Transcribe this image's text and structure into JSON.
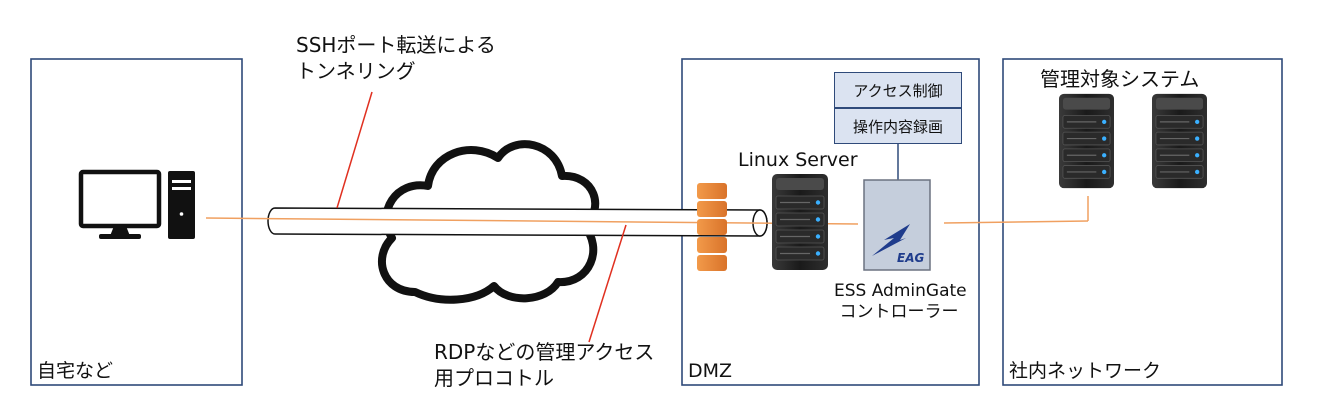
{
  "zones": {
    "home": "自宅など",
    "dmz": "DMZ",
    "internal": "社内ネットワーク"
  },
  "labels": {
    "tunnel_line1": "SSHポート転送による",
    "tunnel_line2": "トンネリング",
    "protocol_line1": "RDPなどの管理アクセス",
    "protocol_line2": "用プロコトル",
    "linux_server": "Linux Server",
    "eag_line1": "ESS AdminGate",
    "eag_line2": "コントローラー",
    "managed_systems": "管理対象システム",
    "eag_logo": "EAG"
  },
  "functions": {
    "access_control": "アクセス制御",
    "recording": "操作内容録画"
  },
  "colors": {
    "zone_border": "#2f4a7a",
    "flow_line": "#f0a060",
    "annotation_line": "#e03020",
    "firewall": "#e58a3c",
    "server_dark": "#1c1c1c",
    "server_led": "#3ab0ff",
    "function_box_fill": "#dbe3f1",
    "eag_fill": "#c5cedc",
    "eag_mark": "#1f3c8c"
  }
}
